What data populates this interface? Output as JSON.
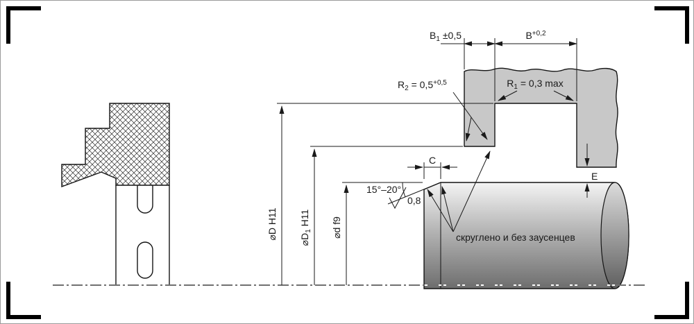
{
  "labels": {
    "dim_b1": {
      "base": "B",
      "sub": "1",
      "tail": " ±0,5"
    },
    "dim_b": {
      "base": "B",
      "sup": "+0,2"
    },
    "radius_r2": {
      "base": "R",
      "sub": "2",
      "mid": " = 0,5",
      "sup": "+0,5"
    },
    "radius_r1": {
      "base": "R",
      "sub": "1",
      "tail": " = 0,3 max"
    },
    "dim_c": "C",
    "dim_e": "E",
    "chamfer_angle": "15°–20°",
    "surface_roughness": "0,8",
    "dia_groove": "⌀D H11",
    "dia_bore": {
      "base": "⌀D",
      "sub": "1",
      "tail": " H11"
    },
    "dia_shaft": "⌀d f9",
    "note_rounded": "скруглено и без заусенцев"
  },
  "colors": {
    "line": "#1a1a1a",
    "housing_fill": "#c8c8c8",
    "shaft_top": "#f4f4f4",
    "shaft_mid": "#b5b5b5",
    "shaft_bottom": "#6e6e6e",
    "cap_top": "#dcdcdc",
    "cap_bottom": "#5f5f5f",
    "background": "#ffffff"
  }
}
